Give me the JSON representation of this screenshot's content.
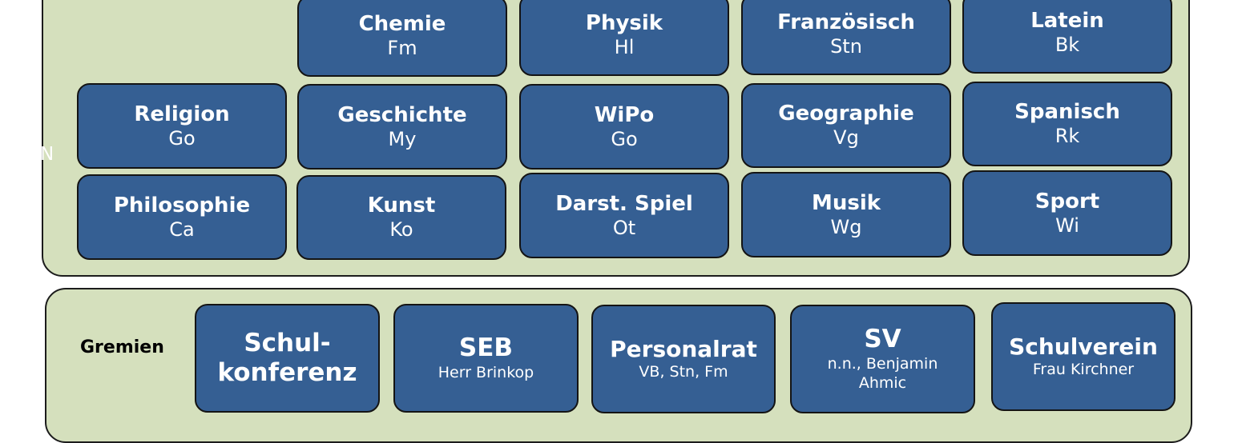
{
  "side_label": "N",
  "subjects": [
    {
      "title": "Chemie",
      "teacher": "Fm"
    },
    {
      "title": "Physik",
      "teacher": "Hl"
    },
    {
      "title": "Französisch",
      "teacher": "Stn"
    },
    {
      "title": "Latein",
      "teacher": "Bk"
    },
    {
      "title": "Religion",
      "teacher": "Go"
    },
    {
      "title": "Geschichte",
      "teacher": "My"
    },
    {
      "title": "WiPo",
      "teacher": "Go"
    },
    {
      "title": "Geographie",
      "teacher": "Vg"
    },
    {
      "title": "Spanisch",
      "teacher": "Rk"
    },
    {
      "title": "Philosophie",
      "teacher": "Ca"
    },
    {
      "title": "Kunst",
      "teacher": "Ko"
    },
    {
      "title": "Darst. Spiel",
      "teacher": "Ot"
    },
    {
      "title": "Musik",
      "teacher": "Wg"
    },
    {
      "title": "Sport",
      "teacher": "Wi"
    }
  ],
  "gremien": {
    "label": "Gremien",
    "items": [
      {
        "title_line1": "Schul-",
        "title_line2": "konferenz"
      },
      {
        "title": "SEB",
        "subtitle": "Herr Brinkop"
      },
      {
        "title": "Personalrat",
        "subtitle": "VB, Stn, Fm"
      },
      {
        "title": "SV",
        "subtitle_line1": "n.n., Benjamin",
        "subtitle_line2": "Ahmic"
      },
      {
        "title": "Schulverein",
        "subtitle": "Frau Kirchner"
      }
    ]
  }
}
